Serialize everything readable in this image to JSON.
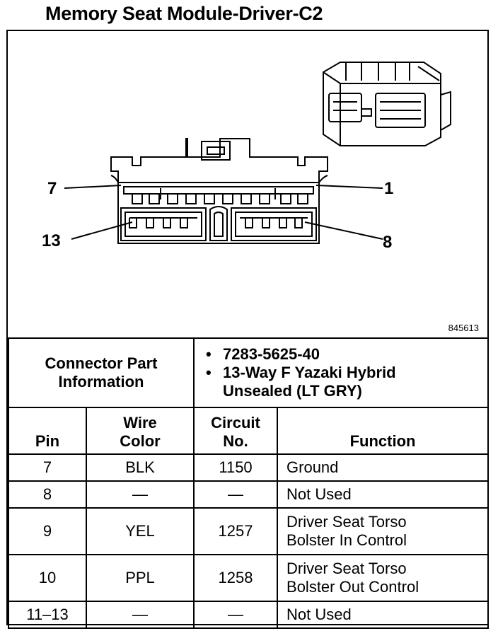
{
  "title": "Memory Seat Module-Driver-C2",
  "figure": {
    "figure_id": "845613",
    "pin_labels": {
      "top_left": "7",
      "top_right": "1",
      "bottom_left": "13",
      "bottom_right": "8"
    }
  },
  "connector_info": {
    "label_line1": "Connector Part",
    "label_line2": "Information",
    "items": [
      "7283-5625-40",
      "13-Way F Yazaki Hybrid",
      "Unsealed (LT GRY)"
    ]
  },
  "table": {
    "headers": {
      "pin": "Pin",
      "wire_color_1": "Wire",
      "wire_color_2": "Color",
      "circuit_1": "Circuit",
      "circuit_2": "No.",
      "function": "Function"
    },
    "rows": [
      {
        "pin": "7",
        "color": "BLK",
        "circuit": "1150",
        "function": [
          "Ground"
        ]
      },
      {
        "pin": "8",
        "color": "—",
        "circuit": "—",
        "function": [
          "Not Used"
        ]
      },
      {
        "pin": "9",
        "color": "YEL",
        "circuit": "1257",
        "function": [
          "Driver Seat Torso",
          "Bolster In Control"
        ]
      },
      {
        "pin": "10",
        "color": "PPL",
        "circuit": "1258",
        "function": [
          "Driver Seat Torso",
          "Bolster Out Control"
        ]
      },
      {
        "pin": "11–13",
        "color": "—",
        "circuit": "—",
        "function": [
          "Not Used"
        ]
      }
    ]
  }
}
